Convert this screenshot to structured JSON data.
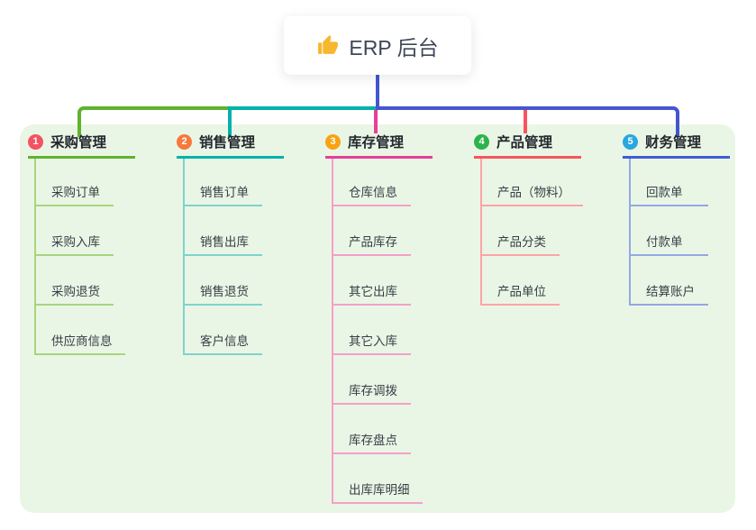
{
  "root": {
    "label": "ERP 后台",
    "icon": "thumbs-up-icon"
  },
  "canvas": {
    "background_color": "#eaf6e5"
  },
  "connector": {
    "root_color": "#4356cd"
  },
  "branches": [
    {
      "index": "1",
      "label": "采购管理",
      "badge_color": "#f45260",
      "line_color": "#5fb32f",
      "child_line_color": "#a6d67d",
      "children": [
        "采购订单",
        "采购入库",
        "采购退货",
        "供应商信息"
      ]
    },
    {
      "index": "2",
      "label": "销售管理",
      "badge_color": "#f6793b",
      "line_color": "#00b2aa",
      "child_line_color": "#7ed3cc",
      "children": [
        "销售订单",
        "销售出库",
        "销售退货",
        "客户信息"
      ]
    },
    {
      "index": "3",
      "label": "库存管理",
      "badge_color": "#f9a213",
      "line_color": "#e83d98",
      "child_line_color": "#f4a0c9",
      "children": [
        "仓库信息",
        "产品库存",
        "其它出库",
        "其它入库",
        "库存调拨",
        "库存盘点",
        "出库库明细"
      ]
    },
    {
      "index": "4",
      "label": "产品管理",
      "badge_color": "#2bb44c",
      "line_color": "#f8545b",
      "child_line_color": "#fba4a6",
      "children": [
        "产品（物料）",
        "产品分类",
        "产品单位"
      ]
    },
    {
      "index": "5",
      "label": "财务管理",
      "badge_color": "#28a7e1",
      "line_color": "#3f5cd6",
      "child_line_color": "#93a7e4",
      "children": [
        "回款单",
        "付款单",
        "结算账户"
      ]
    }
  ]
}
